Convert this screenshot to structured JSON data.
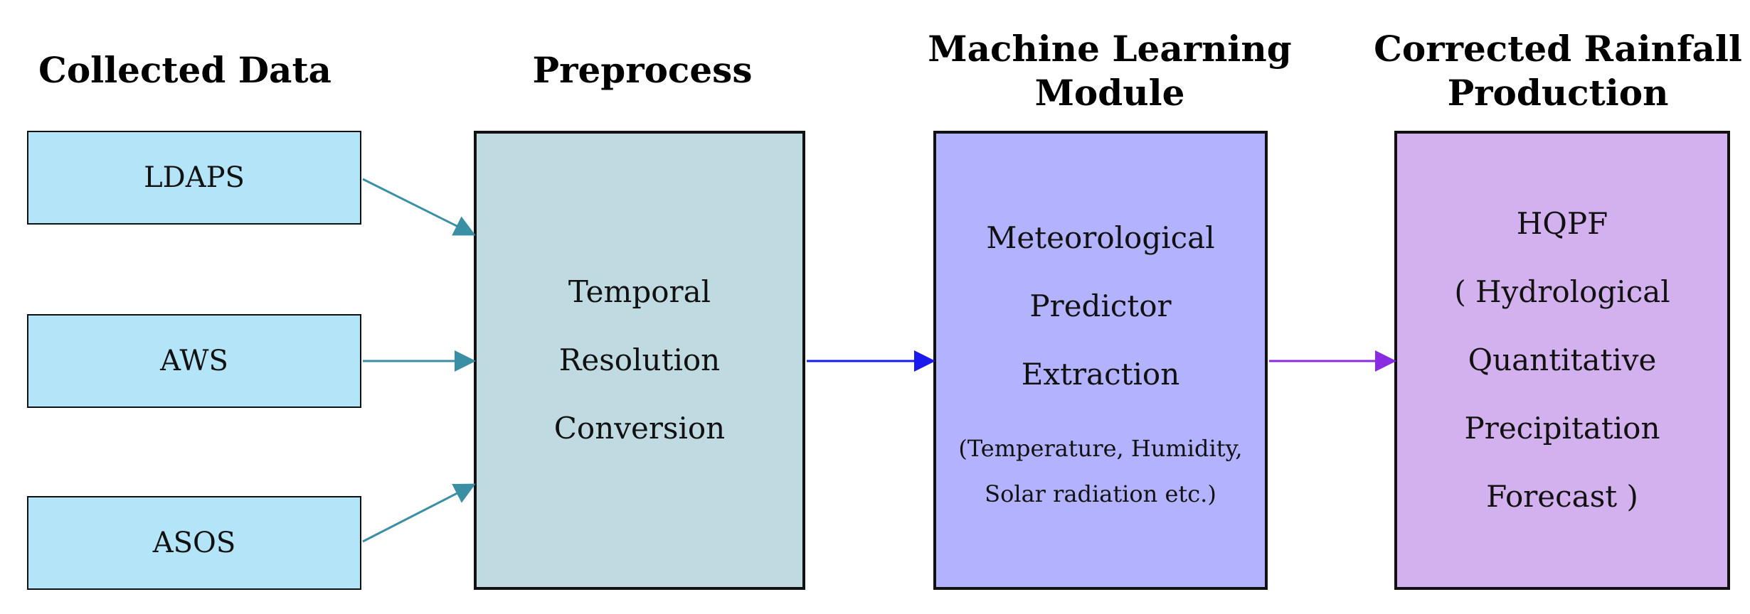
{
  "headings": {
    "collected": "Collected Data",
    "preprocess": "Preprocess",
    "ml_line1": "Machine Learning",
    "ml_line2": "Module",
    "output_line1": "Corrected Rainfall",
    "output_line2": "Production"
  },
  "sources": [
    "LDAPS",
    "AWS",
    "ASOS"
  ],
  "preprocess_box": {
    "line1": "Temporal",
    "line2": "Resolution",
    "line3": "Conversion"
  },
  "ml_box": {
    "line1": "Meteorological",
    "line2": "Predictor",
    "line3": "Extraction",
    "note_line1": "(Temperature,  Humidity,",
    "note_line2": "Solar radiation etc.)"
  },
  "output_box": {
    "line1": "HQPF",
    "line2": "( Hydrological",
    "line3": "Quantitative",
    "line4": "Precipitation",
    "line5": "Forecast )"
  },
  "colors": {
    "source_fill": "#b3e4f8",
    "preprocess_fill": "#c0dae1",
    "ml_fill": "#b2b2fe",
    "output_fill": "#d3b0ee",
    "source_arrow": "#3a8fa4",
    "ml_arrow": "#1a1aee",
    "output_arrow": "#8a2be2"
  }
}
